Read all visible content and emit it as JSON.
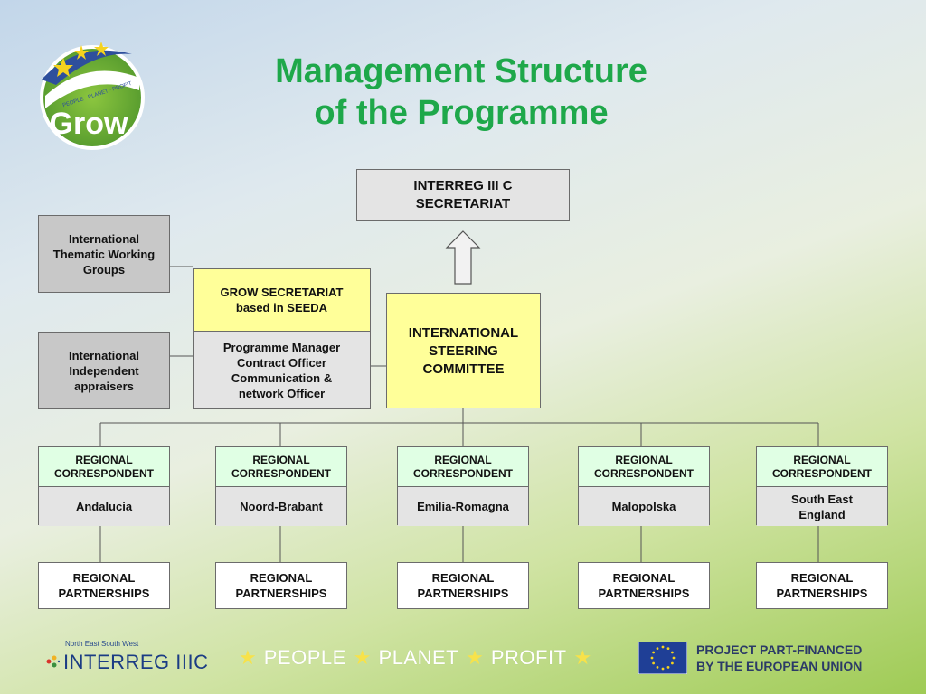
{
  "title": {
    "line1": "Management Structure",
    "line2": "of the Programme"
  },
  "logo": {
    "text": "Grow",
    "arc_text": "PEOPLE · PLANET · PROFIT"
  },
  "diagram": {
    "interreg_secretariat": {
      "line1": "INTERREG III C",
      "line2": "SECRETARIAT"
    },
    "thematic_groups": {
      "line1": "International",
      "line2": "Thematic Working",
      "line3": "Groups"
    },
    "appraisers": {
      "line1": "International",
      "line2": "Independent",
      "line3": "appraisers"
    },
    "grow_secretariat": {
      "header_line1": "GROW SECRETARIAT",
      "header_line2": "based in SEEDA",
      "staff": [
        "Programme Manager",
        "Contract Officer",
        "Communication &",
        "network Officer"
      ]
    },
    "steering_committee": {
      "line1": "INTERNATIONAL",
      "line2": "STEERING",
      "line3": "COMMITTEE"
    },
    "correspondent_label_line1": "REGIONAL",
    "correspondent_label_line2": "CORRESPONDENT",
    "regions": [
      {
        "name_line1": "Andalucia",
        "name_line2": ""
      },
      {
        "name_line1": "Noord-Brabant",
        "name_line2": ""
      },
      {
        "name_line1": "Emilia-Romagna",
        "name_line2": ""
      },
      {
        "name_line1": "Malopolska",
        "name_line2": ""
      },
      {
        "name_line1": "South East",
        "name_line2": "England"
      }
    ],
    "partnership_line1": "REGIONAL",
    "partnership_line2": "PARTNERSHIPS"
  },
  "footer": {
    "interreg_small": "North East South West",
    "interreg_main": "INTERREG IIIC",
    "ppp": [
      "PEOPLE",
      "PLANET",
      "PROFIT"
    ],
    "eu_line1": "PROJECT PART-FINANCED",
    "eu_line2": "BY THE EUROPEAN UNION"
  },
  "colors": {
    "title": "#1ea84a",
    "yellow_box": "#ffff99",
    "mint_box": "#e0ffe4",
    "grey_box": "#c8c8c8",
    "light_box": "#e4e4e4"
  }
}
